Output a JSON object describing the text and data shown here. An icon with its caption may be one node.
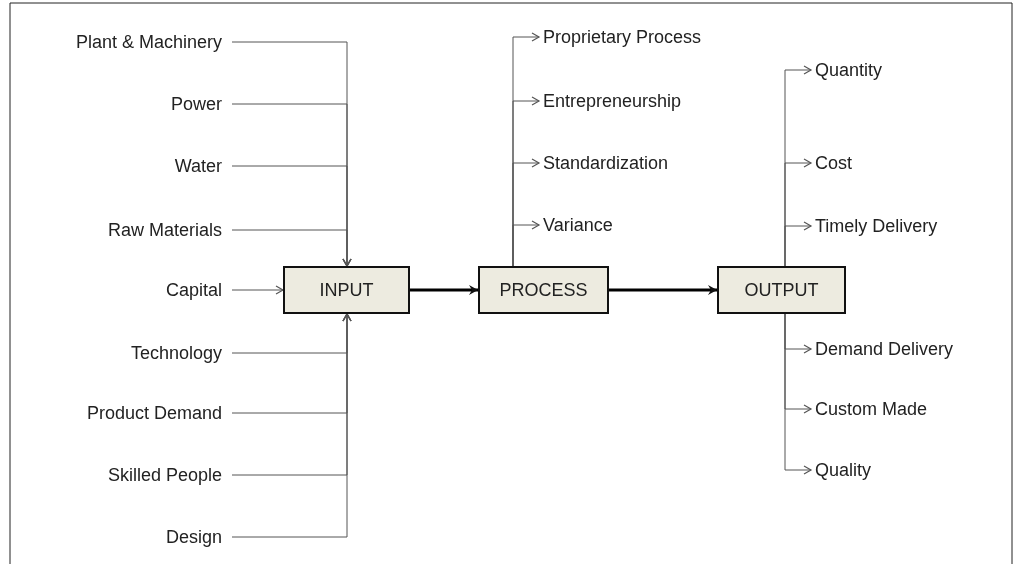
{
  "diagram": {
    "nodes": [
      {
        "text": [
          "Plant & Machinery"
        ]
      },
      {
        "text": [
          "Power"
        ]
      },
      {
        "text": [
          "Water"
        ]
      },
      {
        "text": [
          "Raw Materials"
        ]
      },
      {
        "text": [
          "Capital"
        ]
      },
      {
        "text": [
          "Technology"
        ]
      },
      {
        "text": [
          "Product Demand"
        ]
      },
      {
        "text": [
          "Skilled People"
        ]
      },
      {
        "text": [
          "Design"
        ]
      },
      {
        "text": [
          "INPUT"
        ]
      },
      {
        "text": [
          "PROCESS"
        ]
      },
      {
        "text": [
          "OUTPUT"
        ]
      },
      {
        "text": [
          "Proprietary Process"
        ]
      },
      {
        "text": [
          "Entrepreneurship"
        ]
      },
      {
        "text": [
          "Standardization"
        ]
      },
      {
        "text": [
          "Variance"
        ]
      },
      {
        "text": [
          "Quantity"
        ]
      },
      {
        "text": [
          "Cost"
        ]
      },
      {
        "text": [
          "Timely Delivery"
        ]
      },
      {
        "text": [
          "Demand Delivery"
        ]
      },
      {
        "text": [
          "Custom Made"
        ]
      },
      {
        "text": [
          "Quality"
        ]
      }
    ],
    "edges": [
      {
        "from": 0,
        "to": 9,
        "arrow": "to"
      },
      {
        "from": 1,
        "to": 9,
        "arrow": "to"
      },
      {
        "from": 2,
        "to": 9,
        "arrow": "to"
      },
      {
        "from": 3,
        "to": 9,
        "arrow": "to"
      },
      {
        "from": 4,
        "to": 9,
        "arrow": "to"
      },
      {
        "from": 5,
        "to": 9,
        "arrow": "to"
      },
      {
        "from": 6,
        "to": 9,
        "arrow": "to"
      },
      {
        "from": 7,
        "to": 9,
        "arrow": "to"
      },
      {
        "from": 8,
        "to": 9,
        "arrow": "to"
      },
      {
        "from": 9,
        "to": 10,
        "arrow": "to",
        "style": "thick"
      },
      {
        "from": 10,
        "to": 11,
        "arrow": "to",
        "style": "thick"
      },
      {
        "from": 10,
        "to": 12,
        "arrow": "to"
      },
      {
        "from": 10,
        "to": 13,
        "arrow": "to"
      },
      {
        "from": 10,
        "to": 14,
        "arrow": "to"
      },
      {
        "from": 10,
        "to": 15,
        "arrow": "to"
      },
      {
        "from": 11,
        "to": 16,
        "arrow": "to"
      },
      {
        "from": 11,
        "to": 17,
        "arrow": "to"
      },
      {
        "from": 11,
        "to": 18,
        "arrow": "to"
      },
      {
        "from": 11,
        "to": 19,
        "arrow": "to"
      },
      {
        "from": 11,
        "to": 20,
        "arrow": "to"
      },
      {
        "from": 11,
        "to": 21,
        "arrow": "to"
      }
    ]
  }
}
